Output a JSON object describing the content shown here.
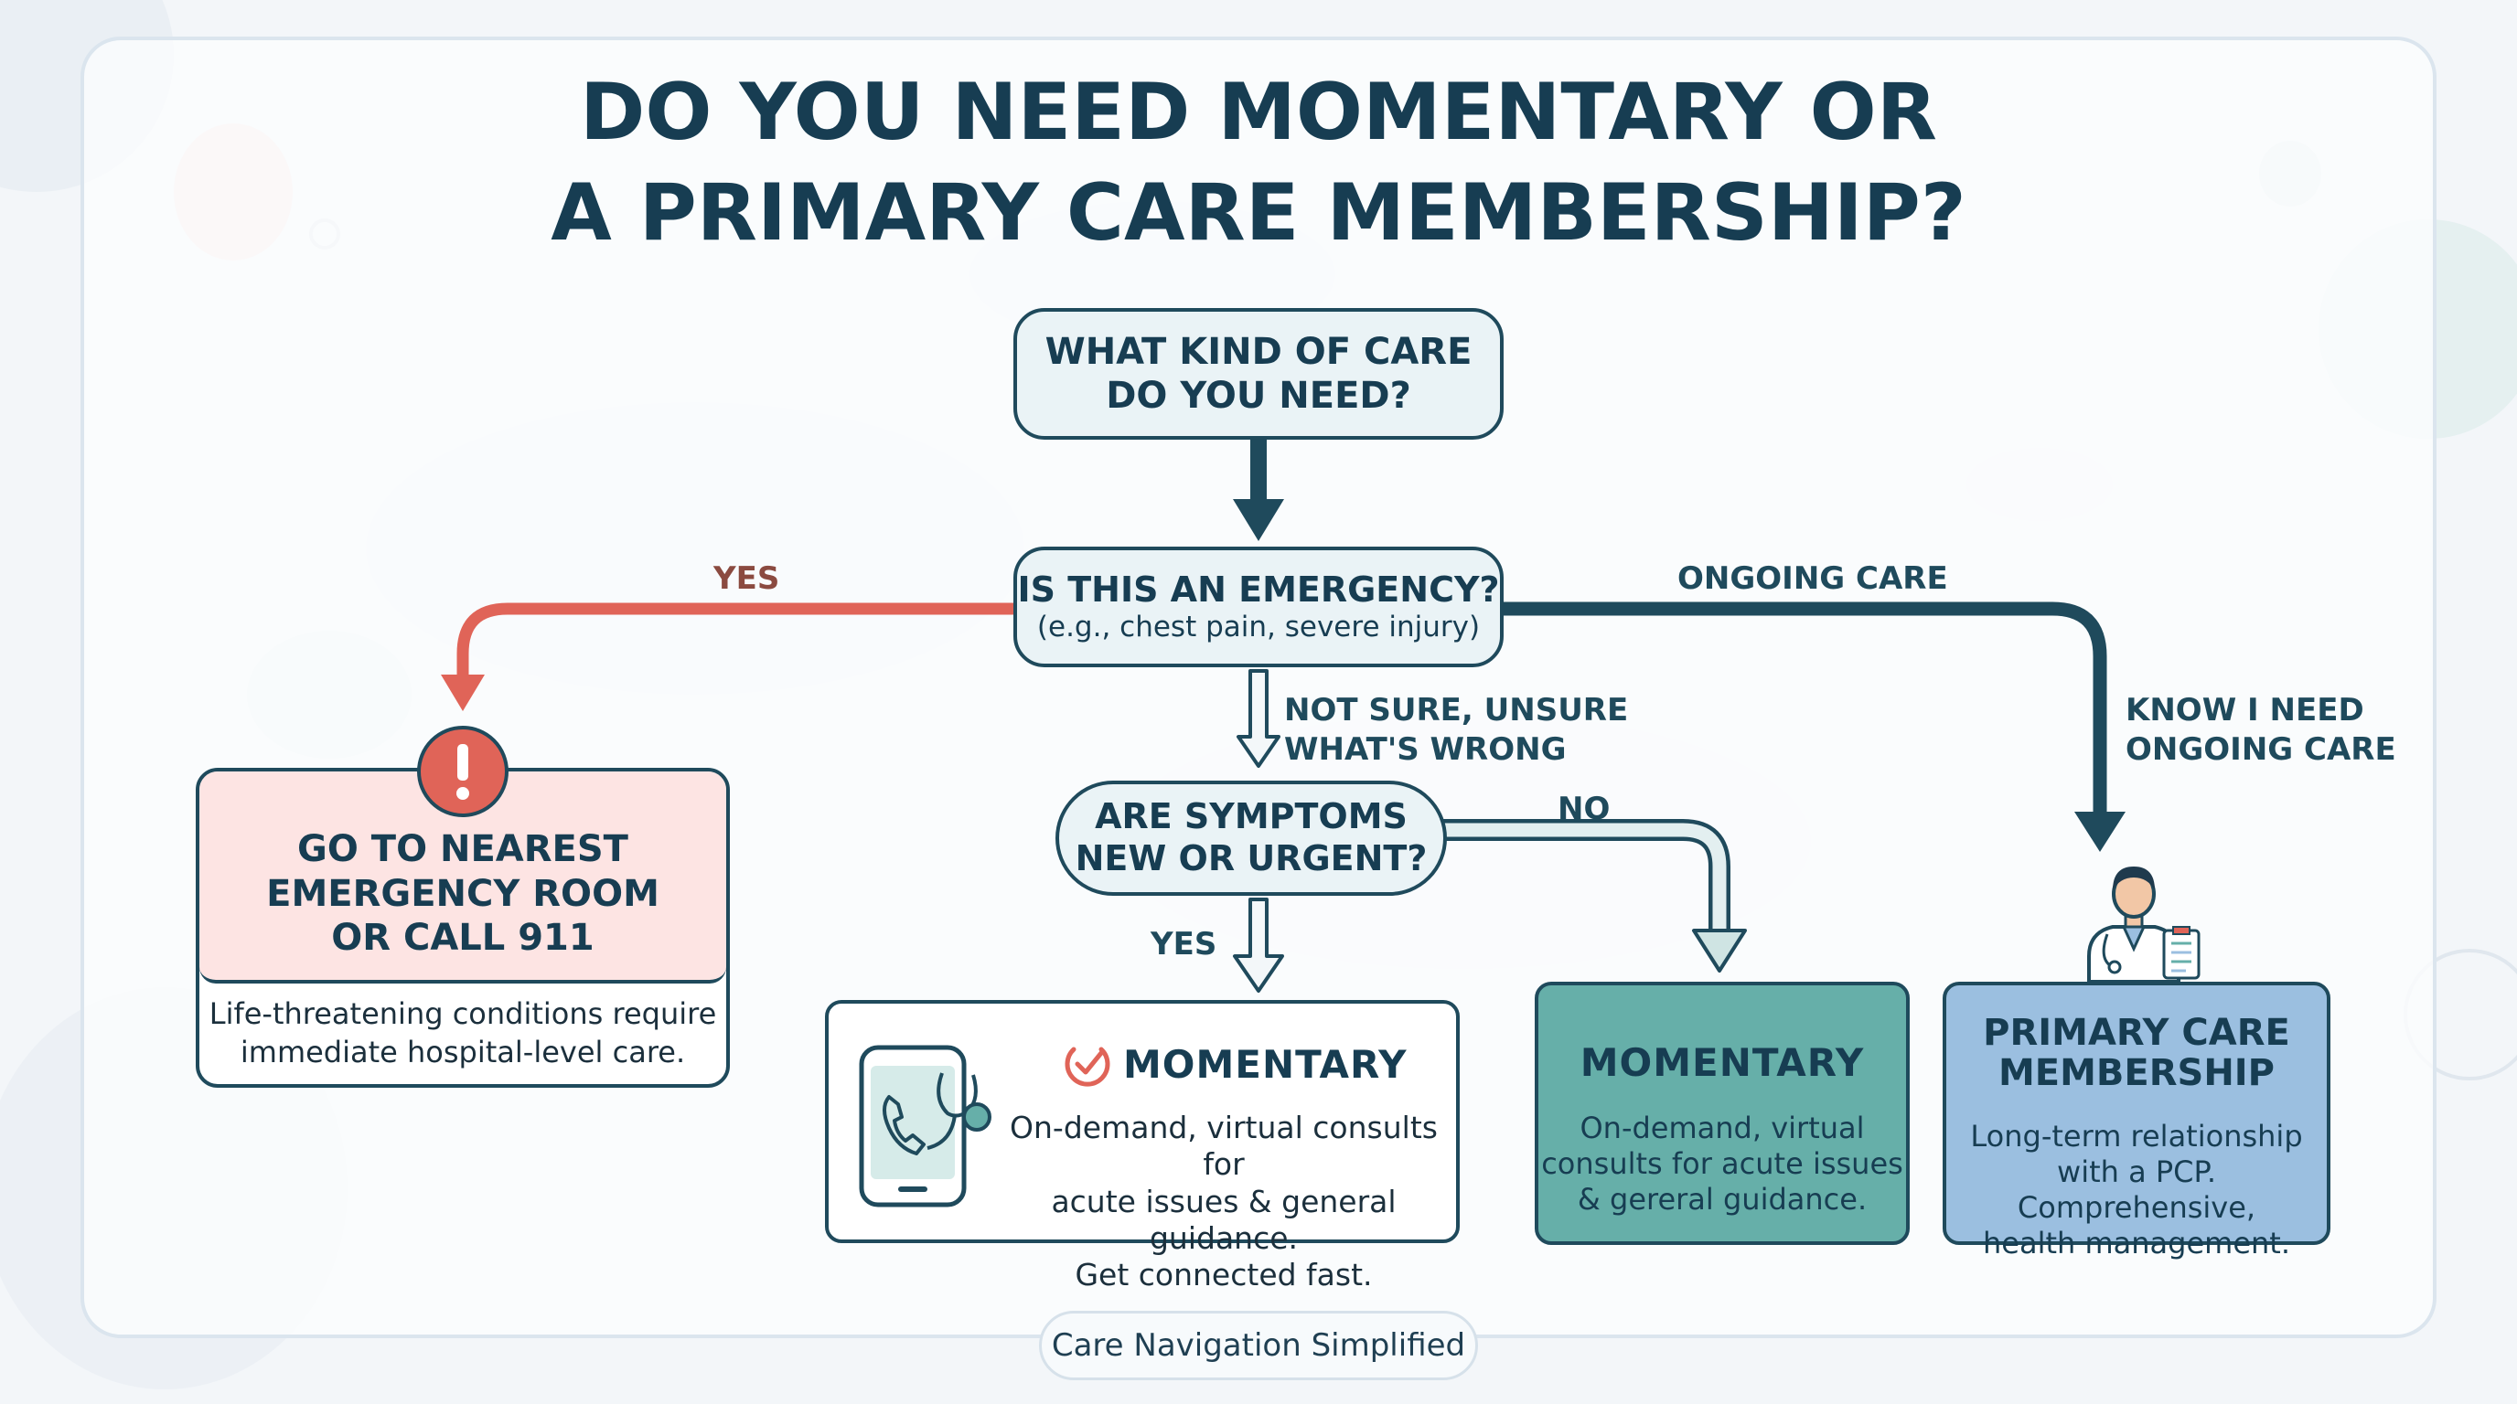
{
  "title": {
    "line1": "DO YOU NEED MOMENTARY OR",
    "line2": "A PRIMARY CARE MEMBERSHIP?"
  },
  "nodes": {
    "start": {
      "line1": "WHAT KIND OF CARE",
      "line2": "DO YOU NEED?"
    },
    "emergency": {
      "title": "IS THIS AN EMERGENCY?",
      "sub": "(e.g., chest pain, severe injury)"
    },
    "symptoms": {
      "line1": "ARE SYMPTOMS",
      "line2": "NEW OR URGENT?"
    },
    "er": {
      "line1": "GO TO NEAREST",
      "line2": "EMERGENCY ROOM",
      "line3": "OR CALL 911",
      "desc1": "Life-threatening conditions require",
      "desc2": "immediate hospital-level care."
    },
    "momentary_urgent": {
      "brand": "MOMENTARY",
      "desc1": "On-demand, virtual consults for",
      "desc2": "acute issues & general guidance.",
      "desc3": "Get connected fast."
    },
    "momentary_general": {
      "brand": "MOMENTARY",
      "desc1": "On-demand, virtual",
      "desc2": "consults for acute issues",
      "desc3": "& gereral guidance."
    },
    "primary": {
      "line1": "PRIMARY CARE",
      "line2": "MEMBERSHIP",
      "desc1": "Long-term relationship",
      "desc2": "with a PCP. Comprehensive,",
      "desc3": "health management."
    }
  },
  "labels": {
    "yes_left": "YES",
    "ongoing": "ONGOING CARE",
    "not_sure_1": "NOT SURE, UNSURE",
    "not_sure_2": "WHAT'S WRONG",
    "know_1": "KNOW I NEED",
    "know_2": "ONGOING CARE",
    "no": "NO",
    "yes_down": "YES"
  },
  "footer": "Care Navigation Simplified",
  "colors": {
    "navy": "#1f4a5c",
    "red": "#e06458",
    "teal": "#66afa9",
    "blue": "#9bbfe0",
    "pink": "#fde4e3"
  },
  "icons": [
    "alert-icon",
    "phone-stethoscope-icon",
    "momentary-logo-icon",
    "doctor-icon"
  ]
}
